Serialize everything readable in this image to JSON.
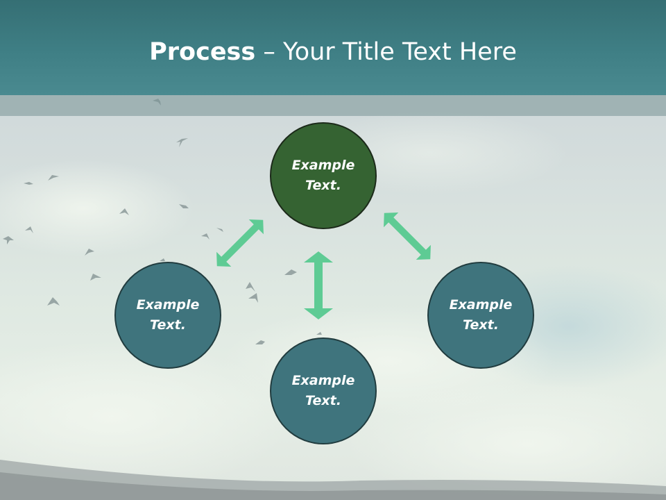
{
  "slide": {
    "title_bold": "Process",
    "title_rest": " – Your Title Text Here"
  },
  "nodes": [
    {
      "id": "top",
      "text": "Example Text.",
      "color": "#356332"
    },
    {
      "id": "left",
      "text": "Example Text.",
      "color": "#3f747d"
    },
    {
      "id": "right",
      "text": "Example Text.",
      "color": "#3f747d"
    },
    {
      "id": "bottom",
      "text": "Example Text.",
      "color": "#3f747d"
    }
  ],
  "colors": {
    "header": "#3f7f85",
    "arrow": "#5ecb94",
    "node_teal": "#3f747d",
    "node_green": "#356332"
  },
  "icons": [
    "double-arrow-icon",
    "bird-icon"
  ]
}
